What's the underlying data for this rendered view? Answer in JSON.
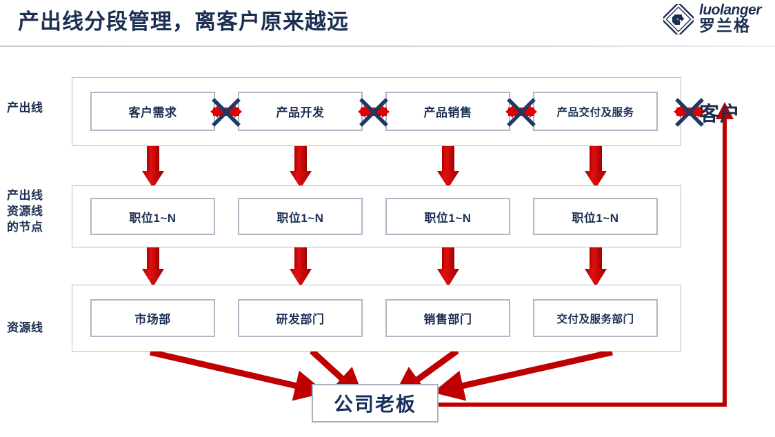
{
  "header": {
    "title": "产出线分段管理，离客户原来越远",
    "divider_color": "#d2d5dc"
  },
  "logo": {
    "mark_name": "luolanger-diamond-logo",
    "text_en": "luolanger",
    "text_cn": "罗兰格",
    "color": "#1b2f52"
  },
  "colors": {
    "text_navy": "#1b2f52",
    "box_border": "#b0b7c6",
    "container_border": "#b6bcc9",
    "arrow_red": "#c00000",
    "block_x_navy": "#1f3864",
    "background": "#ffffff"
  },
  "rows": [
    {
      "label": "产出线",
      "nodes": [
        "客户需求",
        "产品开发",
        "产品销售",
        "产品交付及服务"
      ]
    },
    {
      "label": "产出线\n资源线\n的节点",
      "nodes": [
        "职位1~N",
        "职位1~N",
        "职位1~N",
        "职位1~N"
      ]
    },
    {
      "label": "资源线",
      "nodes": [
        "市场部",
        "研发部门",
        "销售部门",
        "交付及服务部门"
      ]
    }
  ],
  "blocked_links": [
    {
      "name": "blocked-link-1",
      "between": [
        "客户需求",
        "产品开发"
      ]
    },
    {
      "name": "blocked-link-2",
      "between": [
        "产品开发",
        "产品销售"
      ]
    },
    {
      "name": "blocked-link-3",
      "between": [
        "产品销售",
        "产品交付及服务"
      ]
    },
    {
      "name": "blocked-link-4",
      "between": [
        "产品交付及服务",
        "客户"
      ]
    }
  ],
  "customer": {
    "label": "客户"
  },
  "boss": {
    "label": "公司老板"
  },
  "flows": {
    "down_arrows_row1_to_row2": 4,
    "down_arrows_row2_to_row3": 4,
    "converging_arrows_to_boss": 4,
    "boss_to_customer_route": "right-then-up"
  }
}
